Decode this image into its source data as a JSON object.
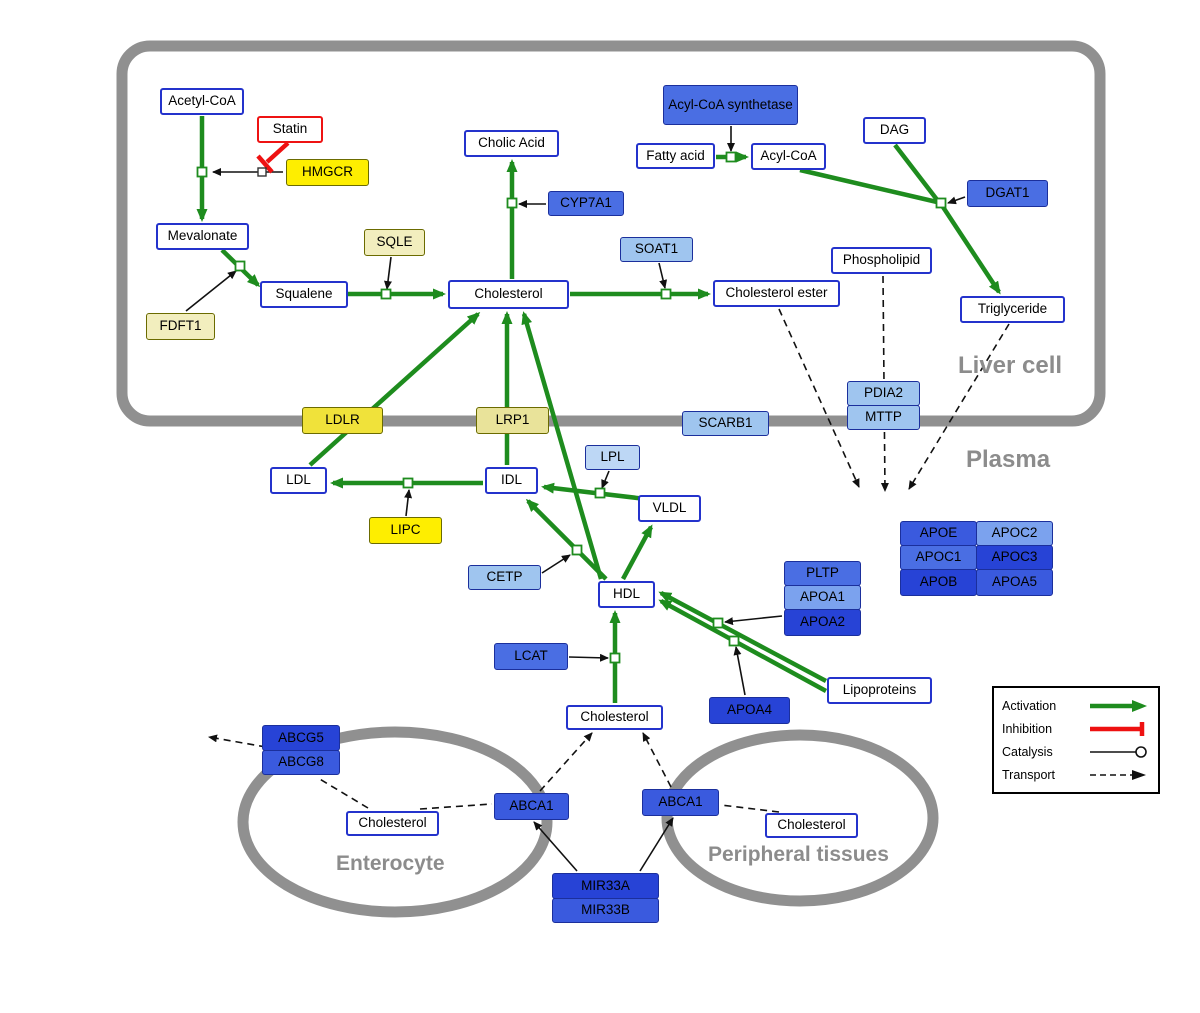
{
  "regions": {
    "liver_cell": "Liver cell",
    "plasma": "Plasma",
    "enterocyte": "Enterocyte",
    "peripheral_tissues": "Peripheral tissues"
  },
  "legend": {
    "activation": "Activation",
    "inhibition": "Inhibition",
    "catalysis": "Catalysis",
    "transport": "Transport"
  },
  "nodes": {
    "acetyl_coa": "Acetyl-CoA",
    "statin": "Statin",
    "hmgcr": "HMGCR",
    "mevalonate": "Mevalonate",
    "fdft1": "FDFT1",
    "squalene": "Squalene",
    "sqle": "SQLE",
    "cholesterol_liver": "Cholesterol",
    "cholic_acid": "Cholic Acid",
    "cyp7a1": "CYP7A1",
    "soat1": "SOAT1",
    "cholesterol_ester": "Cholesterol ester",
    "acyl_coa_synthetase": "Acyl-CoA synthetase",
    "fatty_acid": "Fatty acid",
    "acyl_coa": "Acyl-CoA",
    "dag": "DAG",
    "dgat1": "DGAT1",
    "phospholipid": "Phospholipid",
    "triglyceride": "Triglyceride",
    "ldlr": "LDLR",
    "lrp1": "LRP1",
    "scarb1": "SCARB1",
    "pdia2": "PDIA2",
    "mttp": "MTTP",
    "ldl": "LDL",
    "idl": "IDL",
    "lpl": "LPL",
    "vldl": "VLDL",
    "lipc": "LIPC",
    "cetp": "CETP",
    "hdl": "HDL",
    "pltp": "PLTP",
    "apoa1": "APOA1",
    "apoa2": "APOA2",
    "apoe": "APOE",
    "apoc2": "APOC2",
    "apoc1": "APOC1",
    "apoc3": "APOC3",
    "apob": "APOB",
    "apoa5": "APOA5",
    "lcat": "LCAT",
    "apoa4": "APOA4",
    "lipoproteins": "Lipoproteins",
    "cholesterol_plasma": "Cholesterol",
    "abcg5": "ABCG5",
    "abcg8": "ABCG8",
    "cholesterol_enterocyte": "Cholesterol",
    "abca1_left": "ABCA1",
    "abca1_right": "ABCA1",
    "mir33a": "MIR33A",
    "mir33b": "MIR33B",
    "cholesterol_peripheral": "Cholesterol"
  },
  "colors": {
    "activation_green": "#1e8c1e",
    "inhibition_red": "#ee1111",
    "catalysis_black": "#111111",
    "membrane_gray": "#909090",
    "metabolite_border_blue": "#2433cc",
    "gene_blue_light": "#9fc5ef",
    "gene_blue_dark": "#2743d6",
    "yellow_bright": "#feee00",
    "yellow_pale": "#f2eebe",
    "region_label_gray": "#8c8c8c"
  }
}
